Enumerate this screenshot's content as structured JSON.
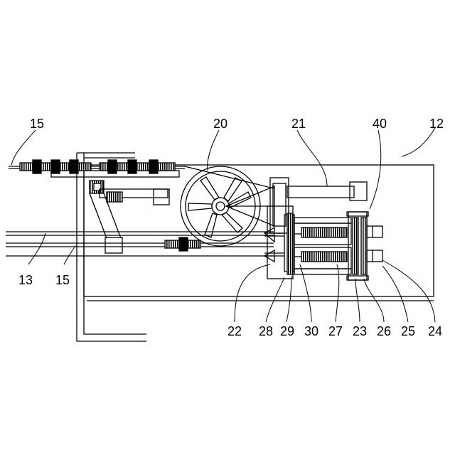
{
  "figure": {
    "labels": {
      "l15_top": "15",
      "l20": "20",
      "l21": "21",
      "l40": "40",
      "l12": "12",
      "l13": "13",
      "l15_bottom": "15",
      "l22": "22",
      "l28": "28",
      "l29": "29",
      "l30": "30",
      "l27": "27",
      "l23": "23",
      "l26": "26",
      "l25": "25",
      "l24": "24"
    }
  }
}
